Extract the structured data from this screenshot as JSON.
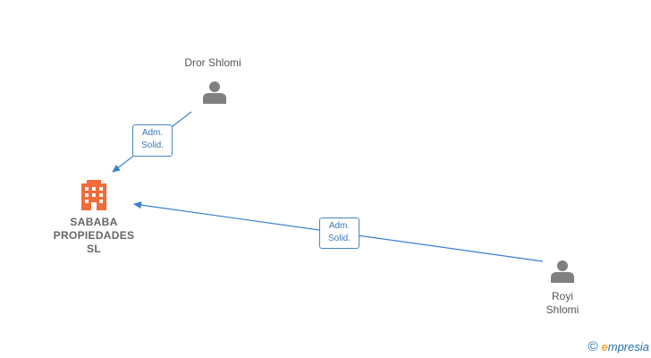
{
  "nodes": {
    "person1": {
      "name": "Dror Shlomi",
      "icon": "person-icon"
    },
    "person2": {
      "name_line1": "Royi",
      "name_line2": "Shlomi",
      "icon": "person-icon"
    },
    "company": {
      "line1": "SABABA",
      "line2": "PROPIEDADES",
      "line3": "SL",
      "icon": "building-icon",
      "color": "#f26b3a"
    }
  },
  "edges": [
    {
      "from": "Dror Shlomi",
      "to": "SABABA PROPIEDADES SL",
      "label_line1": "Adm.",
      "label_line2": "Solid."
    },
    {
      "from": "Royi Shlomi",
      "to": "SABABA PROPIEDADES SL",
      "label_line1": "Adm.",
      "label_line2": "Solid."
    }
  ],
  "brand": {
    "symbol": "©",
    "first_letter": "e",
    "rest": "mpresia"
  },
  "colors": {
    "edge": "#3a7fd0",
    "person": "#808080",
    "company": "#f26b3a"
  }
}
